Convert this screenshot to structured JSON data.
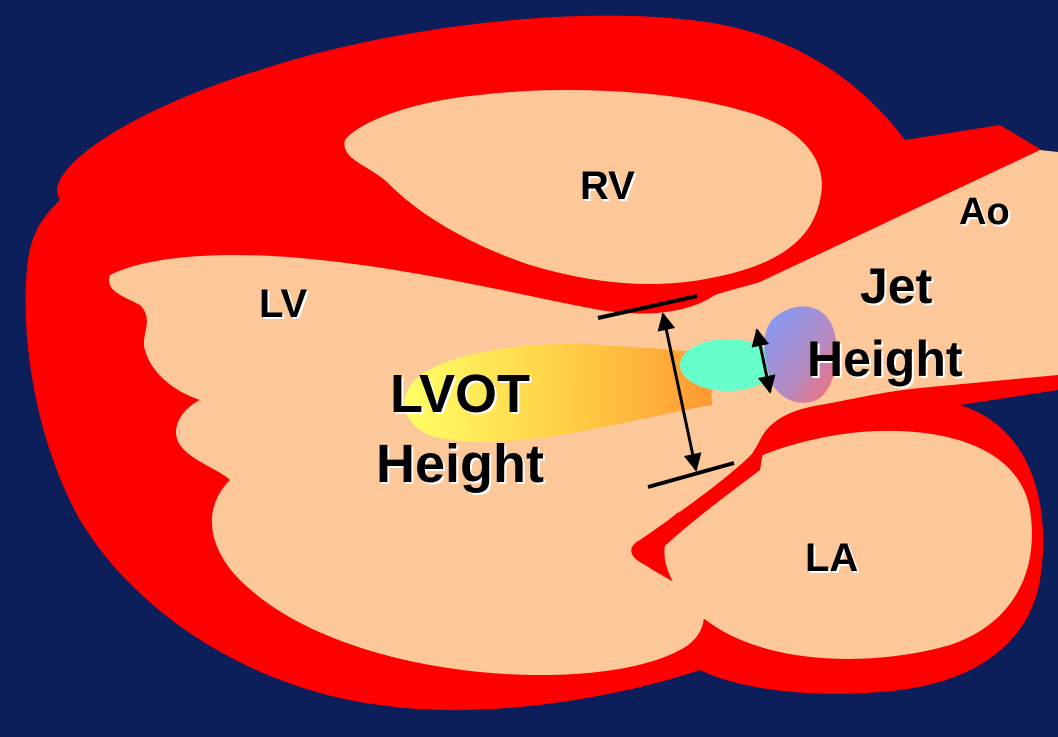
{
  "labels": {
    "rv": "RV",
    "lv": "LV",
    "ao": "Ao",
    "la": "LA",
    "jet_height_line1": "Jet",
    "jet_height_line2": "Height",
    "lvot_height_line1": "LVOT",
    "lvot_height_line2": "Height"
  },
  "colors": {
    "background": "#0c1f5a",
    "myocardium": "#ff0000",
    "cavity": "#fcc89a",
    "jet_core": "#66ffcc",
    "jet_origin": "#8f8fe8",
    "flow_yellow": "#ffff66",
    "flow_orange": "#ff9933",
    "measure_line": "#000000"
  }
}
